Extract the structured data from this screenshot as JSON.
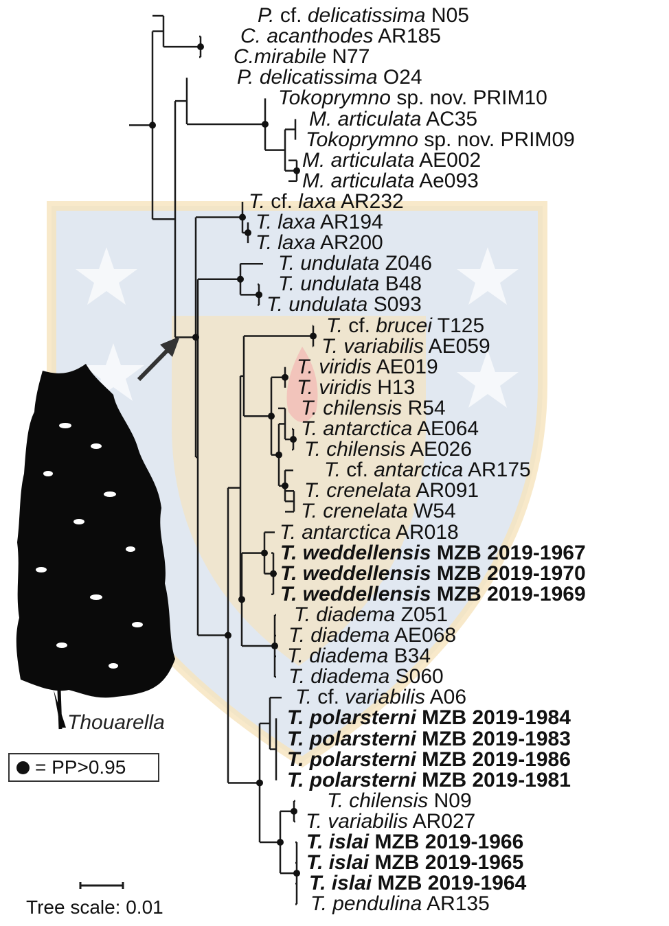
{
  "taxon_label": "Thouarella",
  "legend": {
    "symbol": "●",
    "text": "= PP>0.95"
  },
  "scale": {
    "text": "Tree scale: 0.01"
  },
  "colors": {
    "line": "#1a1a1a",
    "text": "#111111",
    "watermark_blue": "#c9d5e6",
    "watermark_gold": "#f6e4bd",
    "silhouette": "#0a0a0a"
  },
  "leaves": [
    {
      "parts": [
        [
          "P.",
          1
        ],
        [
          " cf. ",
          0
        ],
        [
          "delicatissima",
          1
        ],
        [
          " N05",
          0
        ]
      ],
      "bold": false
    },
    {
      "parts": [
        [
          "C. acanthodes",
          1
        ],
        [
          " AR185",
          0
        ]
      ],
      "bold": false
    },
    {
      "parts": [
        [
          "C.mirabile",
          1
        ],
        [
          " N77",
          0
        ]
      ],
      "bold": false
    },
    {
      "parts": [
        [
          "P. delicatissima",
          1
        ],
        [
          " O24",
          0
        ]
      ],
      "bold": false
    },
    {
      "parts": [
        [
          "Tokoprymno",
          1
        ],
        [
          " sp. nov. PRIM10",
          0
        ]
      ],
      "bold": false
    },
    {
      "parts": [
        [
          "M. articulata",
          1
        ],
        [
          " AC35",
          0
        ]
      ],
      "bold": false
    },
    {
      "parts": [
        [
          "Tokoprymno",
          1
        ],
        [
          " sp. nov. PRIM09",
          0
        ]
      ],
      "bold": false
    },
    {
      "parts": [
        [
          "M. articulata",
          1
        ],
        [
          " AE002",
          0
        ]
      ],
      "bold": false
    },
    {
      "parts": [
        [
          "M. articulata",
          1
        ],
        [
          " Ae093",
          0
        ]
      ],
      "bold": false
    },
    {
      "parts": [
        [
          "T.",
          1
        ],
        [
          " cf. ",
          0
        ],
        [
          "laxa",
          1
        ],
        [
          " AR232",
          0
        ]
      ],
      "bold": false
    },
    {
      "parts": [
        [
          "T. laxa",
          1
        ],
        [
          " AR194",
          0
        ]
      ],
      "bold": false
    },
    {
      "parts": [
        [
          "T. laxa",
          1
        ],
        [
          " AR200",
          0
        ]
      ],
      "bold": false
    },
    {
      "parts": [
        [
          "T. undulata",
          1
        ],
        [
          " Z046",
          0
        ]
      ],
      "bold": false
    },
    {
      "parts": [
        [
          "T. undulata",
          1
        ],
        [
          " B48",
          0
        ]
      ],
      "bold": false
    },
    {
      "parts": [
        [
          "T. undulata",
          1
        ],
        [
          " S093",
          0
        ]
      ],
      "bold": false
    },
    {
      "parts": [
        [
          "T.",
          1
        ],
        [
          " cf. ",
          0
        ],
        [
          "brucei",
          1
        ],
        [
          " T125",
          0
        ]
      ],
      "bold": false
    },
    {
      "parts": [
        [
          "T. variabilis",
          1
        ],
        [
          " AE059",
          0
        ]
      ],
      "bold": false
    },
    {
      "parts": [
        [
          "T. viridis",
          1
        ],
        [
          " AE019",
          0
        ]
      ],
      "bold": false
    },
    {
      "parts": [
        [
          "T. viridis",
          1
        ],
        [
          " H13",
          0
        ]
      ],
      "bold": false
    },
    {
      "parts": [
        [
          "T. chilensis",
          1
        ],
        [
          " R54",
          0
        ]
      ],
      "bold": false
    },
    {
      "parts": [
        [
          "T. antarctica",
          1
        ],
        [
          " AE064",
          0
        ]
      ],
      "bold": false
    },
    {
      "parts": [
        [
          "T. chilensis",
          1
        ],
        [
          " AE026",
          0
        ]
      ],
      "bold": false
    },
    {
      "parts": [
        [
          "T.",
          1
        ],
        [
          " cf. ",
          0
        ],
        [
          "antarctica",
          1
        ],
        [
          " AR175",
          0
        ]
      ],
      "bold": false
    },
    {
      "parts": [
        [
          "T. crenelata",
          1
        ],
        [
          " AR091",
          0
        ]
      ],
      "bold": false
    },
    {
      "parts": [
        [
          "T. crenelata",
          1
        ],
        [
          " W54",
          0
        ]
      ],
      "bold": false
    },
    {
      "parts": [
        [
          "T. antarctica",
          1
        ],
        [
          " AR018",
          0
        ]
      ],
      "bold": false
    },
    {
      "parts": [
        [
          "T. weddellensis",
          1
        ],
        [
          " MZB 2019-1967",
          0
        ]
      ],
      "bold": true
    },
    {
      "parts": [
        [
          "T. weddellensis",
          1
        ],
        [
          " MZB 2019-1970",
          0
        ]
      ],
      "bold": true
    },
    {
      "parts": [
        [
          "T. weddellensis",
          1
        ],
        [
          " MZB 2019-1969",
          0
        ]
      ],
      "bold": true
    },
    {
      "parts": [
        [
          "T. diadema",
          1
        ],
        [
          " Z051",
          0
        ]
      ],
      "bold": false
    },
    {
      "parts": [
        [
          "T. diadema",
          1
        ],
        [
          " AE068",
          0
        ]
      ],
      "bold": false
    },
    {
      "parts": [
        [
          "T. diadema",
          1
        ],
        [
          " B34",
          0
        ]
      ],
      "bold": false
    },
    {
      "parts": [
        [
          "T. diadema",
          1
        ],
        [
          " S060",
          0
        ]
      ],
      "bold": false
    },
    {
      "parts": [
        [
          "T.",
          1
        ],
        [
          " cf. ",
          0
        ],
        [
          "variabilis",
          1
        ],
        [
          " A06",
          0
        ]
      ],
      "bold": false
    },
    {
      "parts": [
        [
          "T. polarsterni",
          1
        ],
        [
          " MZB 2019-1984",
          0
        ]
      ],
      "bold": true
    },
    {
      "parts": [
        [
          "T. polarsterni",
          1
        ],
        [
          " MZB 2019-1983",
          0
        ]
      ],
      "bold": true
    },
    {
      "parts": [
        [
          "T. polarsterni",
          1
        ],
        [
          " MZB 2019-1986",
          0
        ]
      ],
      "bold": true
    },
    {
      "parts": [
        [
          "T.  polarsterni",
          1
        ],
        [
          " MZB 2019-1981",
          0
        ]
      ],
      "bold": true
    },
    {
      "parts": [
        [
          "T. chilensis",
          1
        ],
        [
          " N09",
          0
        ]
      ],
      "bold": false
    },
    {
      "parts": [
        [
          "T. variabilis",
          1
        ],
        [
          " AR027",
          0
        ]
      ],
      "bold": false
    },
    {
      "parts": [
        [
          "T. islai",
          1
        ],
        [
          " MZB 2019-1966",
          0
        ]
      ],
      "bold": true
    },
    {
      "parts": [
        [
          "T. islai",
          1
        ],
        [
          " MZB 2019-1965",
          0
        ]
      ],
      "bold": true
    },
    {
      "parts": [
        [
          "T. islai",
          1
        ],
        [
          " MZB 2019-1964",
          0
        ]
      ],
      "bold": true
    },
    {
      "parts": [
        [
          "T. pendulina",
          1
        ],
        [
          " AR135",
          0
        ]
      ],
      "bold": false
    }
  ]
}
